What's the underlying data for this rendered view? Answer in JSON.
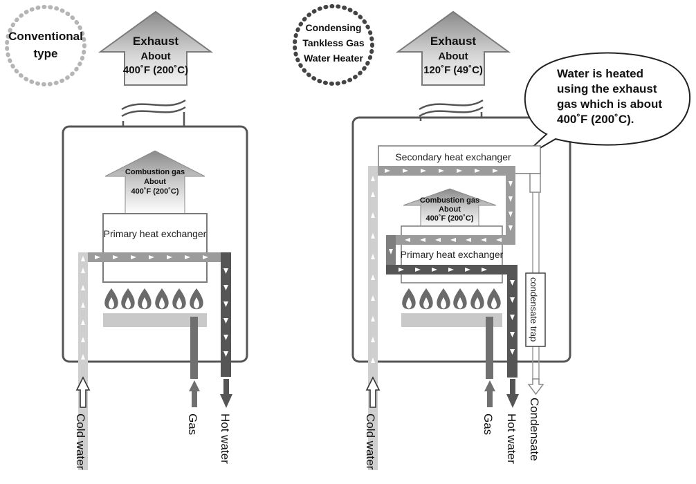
{
  "left": {
    "badge": [
      "Conventional",
      "type"
    ],
    "exhaust": [
      "Exhaust",
      "About",
      "400˚F (200˚C)"
    ],
    "combustion": [
      "Combustion gas",
      "About",
      "400˚F (200˚C)"
    ],
    "primary": "Primary heat exchanger",
    "labels": {
      "cold": "Cold water",
      "gas": "Gas",
      "hot": "Hot water"
    }
  },
  "right": {
    "badge": [
      "Condensing",
      "Tankless Gas",
      "Water Heater"
    ],
    "exhaust": [
      "Exhaust",
      "About",
      "120˚F (49˚C)"
    ],
    "combustion": [
      "Combustion gas",
      "About",
      "400˚F (200˚C)"
    ],
    "primary": "Primary heat exchanger",
    "secondary": "Secondary heat exchanger",
    "trap": "condensate trap",
    "callout": [
      "Water is heated",
      "using the exhaust",
      "gas which is about",
      "400˚F (200˚C)."
    ],
    "labels": {
      "cold": "Cold water",
      "gas": "Gas",
      "hot": "Hot water",
      "condensate": "Condensate"
    }
  },
  "colors": {
    "light": "#cfcfcf",
    "mid": "#9b9b9b",
    "dark": "#555555",
    "outline": "#606060"
  }
}
